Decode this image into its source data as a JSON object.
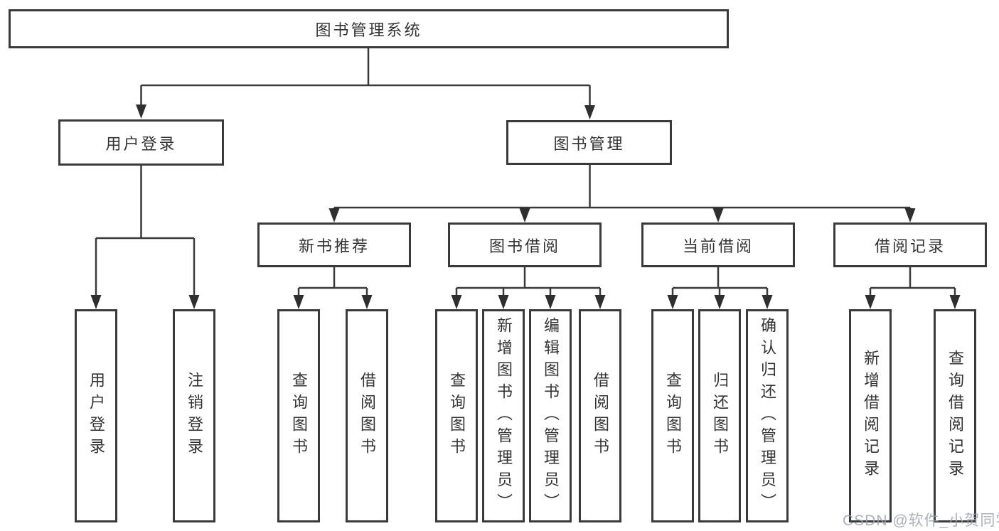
{
  "diagram_type": "hierarchy-tree",
  "colors": {
    "line": "#3a3a3a",
    "box_border": "#3a3a3a",
    "text": "#333333",
    "background": "#ffffff",
    "watermark": "#9ea3ac"
  },
  "nodes": {
    "root": "图书管理系统",
    "user_login": "用户登录",
    "book_mgmt": "图书管理",
    "mid": [
      "新书推荐",
      "图书借阅",
      "当前借阅",
      "借阅记录"
    ],
    "leaves_user": [
      "用户登录",
      "注销登录"
    ],
    "leaves_recommend": [
      "查询图书",
      "借阅图书"
    ],
    "leaves_borrow": [
      "查询图书",
      "新增图书（管理员）",
      "编辑图书（管理员）",
      "借阅图书"
    ],
    "leaves_current": [
      "查询图书",
      "归还图书",
      "确认归还（管理员）"
    ],
    "leaves_records": [
      "新增借阅记录",
      "查询借阅记录"
    ]
  },
  "watermark": "CSDN @软件_小贺同学"
}
